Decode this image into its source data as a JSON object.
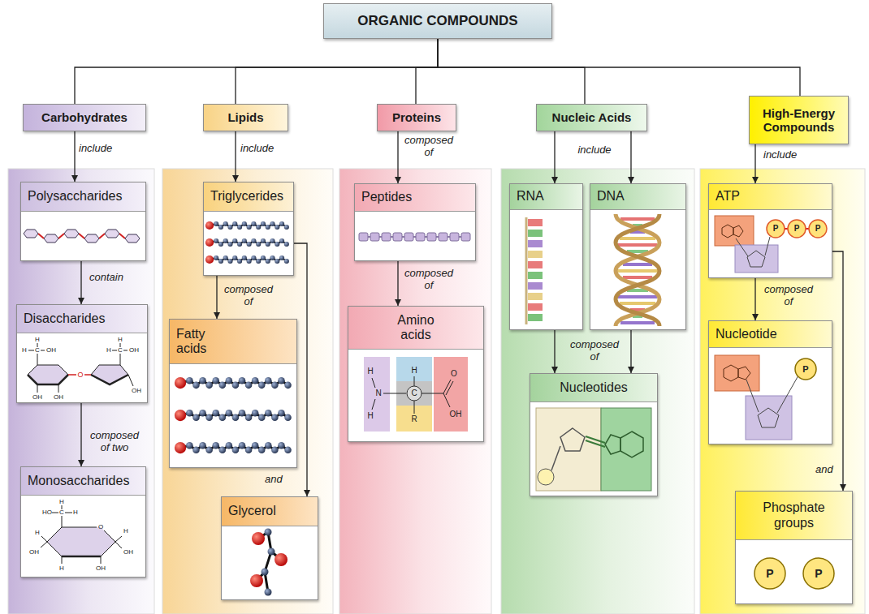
{
  "diagram": {
    "nodes": [
      {
        "text": [
          "ORGANIC COMPOUNDS"
        ]
      },
      {
        "text": [
          "Carbohydrates"
        ]
      },
      {
        "text": [
          "Polysaccharides"
        ]
      },
      {
        "text": [
          "Disaccharides"
        ]
      },
      {
        "text": [
          "Monosaccharides"
        ]
      },
      {
        "text": [
          "Lipids"
        ]
      },
      {
        "text": [
          "Triglycerides"
        ]
      },
      {
        "text": [
          "Fatty acids"
        ]
      },
      {
        "text": [
          "Glycerol"
        ]
      },
      {
        "text": [
          "Proteins"
        ]
      },
      {
        "text": [
          "Peptides"
        ]
      },
      {
        "text": [
          "Amino acids"
        ]
      },
      {
        "text": [
          "Nucleic Acids"
        ]
      },
      {
        "text": [
          "RNA"
        ]
      },
      {
        "text": [
          "DNA"
        ]
      },
      {
        "text": [
          "Nucleotides"
        ]
      },
      {
        "text": [
          "High-Energy Compounds"
        ]
      },
      {
        "text": [
          "ATP"
        ]
      },
      {
        "text": [
          "Nucleotide"
        ]
      },
      {
        "text": [
          "Phosphate groups"
        ]
      }
    ],
    "edges": [
      {
        "from": 0,
        "to": 1,
        "arrow": "none"
      },
      {
        "from": 0,
        "to": 5,
        "arrow": "none"
      },
      {
        "from": 0,
        "to": 9,
        "arrow": "none"
      },
      {
        "from": 0,
        "to": 12,
        "arrow": "none"
      },
      {
        "from": 0,
        "to": 16,
        "arrow": "none"
      },
      {
        "from": 1,
        "to": 2,
        "label": "include",
        "arrow": "to"
      },
      {
        "from": 2,
        "to": 3,
        "label": "contain",
        "arrow": "to"
      },
      {
        "from": 3,
        "to": 4,
        "label": "composed of two",
        "arrow": "to"
      },
      {
        "from": 5,
        "to": 6,
        "label": "include",
        "arrow": "to"
      },
      {
        "from": 6,
        "to": 7,
        "label": "composed of",
        "arrow": "to"
      },
      {
        "from": 6,
        "to": 8,
        "label": "and",
        "arrow": "to"
      },
      {
        "from": 9,
        "to": 10,
        "label": "composed of",
        "arrow": "to"
      },
      {
        "from": 10,
        "to": 11,
        "label": "composed of",
        "arrow": "to"
      },
      {
        "from": 12,
        "to": 13,
        "label": "include",
        "arrow": "to"
      },
      {
        "from": 12,
        "to": 14,
        "arrow": "to"
      },
      {
        "from": 13,
        "to": 15,
        "label": "composed of",
        "arrow": "to"
      },
      {
        "from": 14,
        "to": 15,
        "arrow": "to"
      },
      {
        "from": 16,
        "to": 17,
        "label": "include",
        "arrow": "to"
      },
      {
        "from": 17,
        "to": 18,
        "label": "composed of",
        "arrow": "to"
      },
      {
        "from": 17,
        "to": 19,
        "label": "and",
        "arrow": "to"
      }
    ],
    "labels": [
      "H",
      "C",
      "OH",
      "H",
      "OH",
      "OH",
      "O",
      "H",
      "C",
      "OH",
      "H",
      "OH",
      "HO",
      "C",
      "H",
      "H",
      "O",
      "H",
      "OH",
      "H",
      "OH",
      "OH",
      "H",
      "H",
      "N",
      "H",
      "H",
      "C",
      "R",
      "O",
      "OH",
      "P",
      "P",
      "P",
      "P",
      "P",
      "P"
    ]
  }
}
